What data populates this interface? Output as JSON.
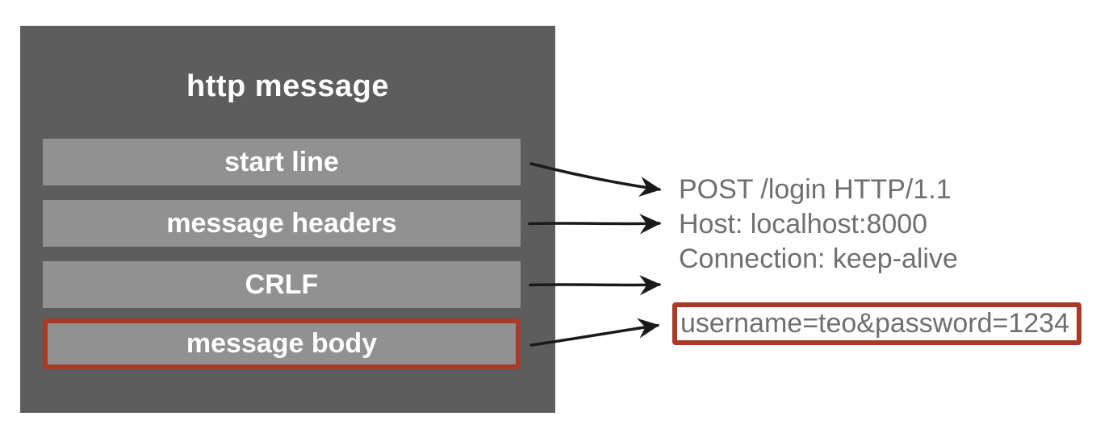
{
  "diagram": {
    "title": "http message",
    "segments": [
      {
        "label": "start line",
        "highlighted": false
      },
      {
        "label": "message headers",
        "highlighted": false
      },
      {
        "label": "CRLF",
        "highlighted": false
      },
      {
        "label": "message body",
        "highlighted": true
      }
    ]
  },
  "example": {
    "lines": [
      "POST /login HTTP/1.1",
      "Host: localhost:8000",
      "Connection: keep-alive"
    ],
    "body": "username=teo&password=1234"
  },
  "colors": {
    "container_box": "#5d5d5d",
    "segment_bar": "#919191",
    "highlight_red": "#a83a28",
    "example_text": "#6f6f6f",
    "arrow": "#1a1a1a",
    "label_text": "#ffffff"
  }
}
